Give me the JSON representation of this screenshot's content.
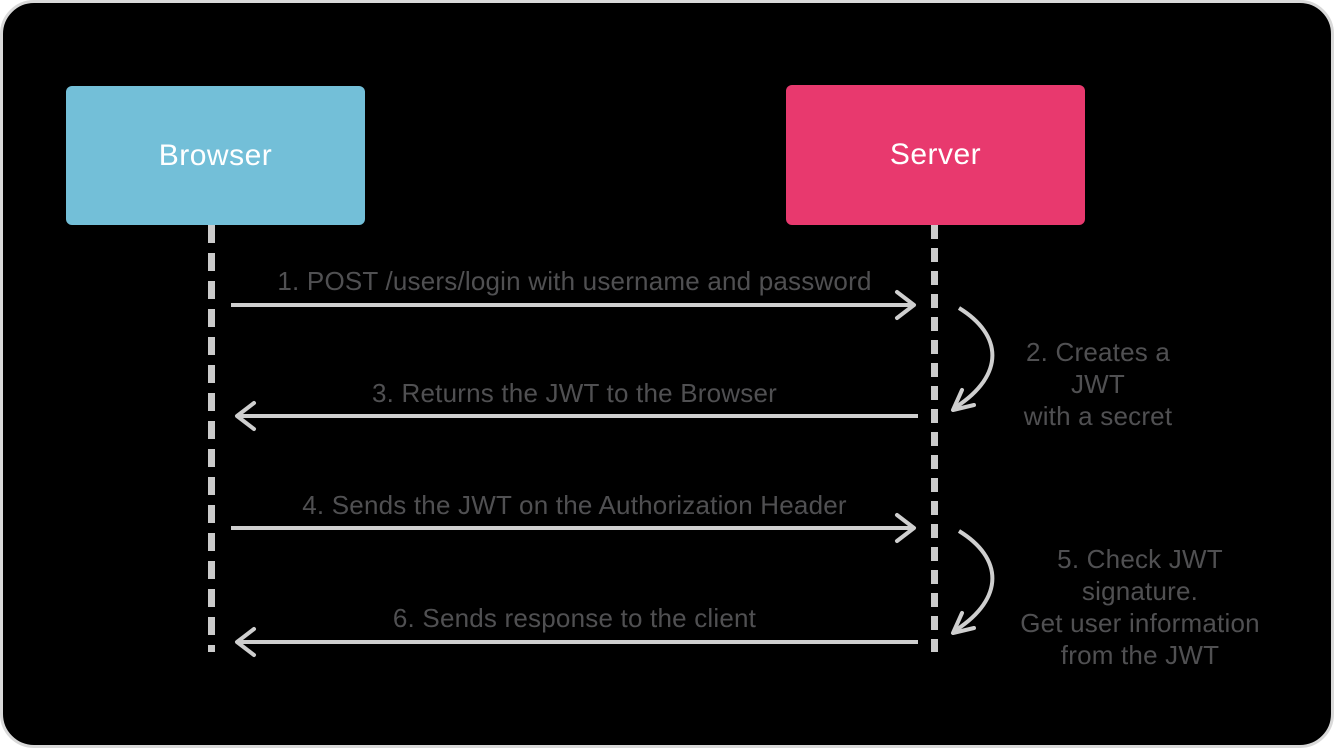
{
  "diagram": {
    "type": "sequence-diagram",
    "actors": {
      "browser": {
        "label": "Browser",
        "color": "#73BFD8"
      },
      "server": {
        "label": "Server",
        "color": "#E8396E"
      }
    },
    "steps": [
      {
        "label": "1. POST /users/login with username and password",
        "from": "browser",
        "to": "server",
        "type": "message-right"
      },
      {
        "label": "2. Creates a JWT\nwith a secret",
        "from": "server",
        "to": "server",
        "type": "self-call"
      },
      {
        "label": "3. Returns the JWT to the Browser",
        "from": "server",
        "to": "browser",
        "type": "message-left"
      },
      {
        "label": "4. Sends the JWT on the Authorization Header",
        "from": "browser",
        "to": "server",
        "type": "message-right"
      },
      {
        "label": "5. Check JWT signature.\nGet user information\nfrom the JWT",
        "from": "server",
        "to": "server",
        "type": "self-call"
      },
      {
        "label": "6. Sends response to the client",
        "from": "server",
        "to": "browser",
        "type": "message-left"
      }
    ],
    "colors": {
      "background": "#000000",
      "page": "#FFFFFF",
      "border": "#D9D9D9",
      "arrow": "#CFCFCF",
      "lifeline": "#CBCBCB",
      "step_text": "#505052",
      "actor_text": "#FFFFFF"
    }
  }
}
